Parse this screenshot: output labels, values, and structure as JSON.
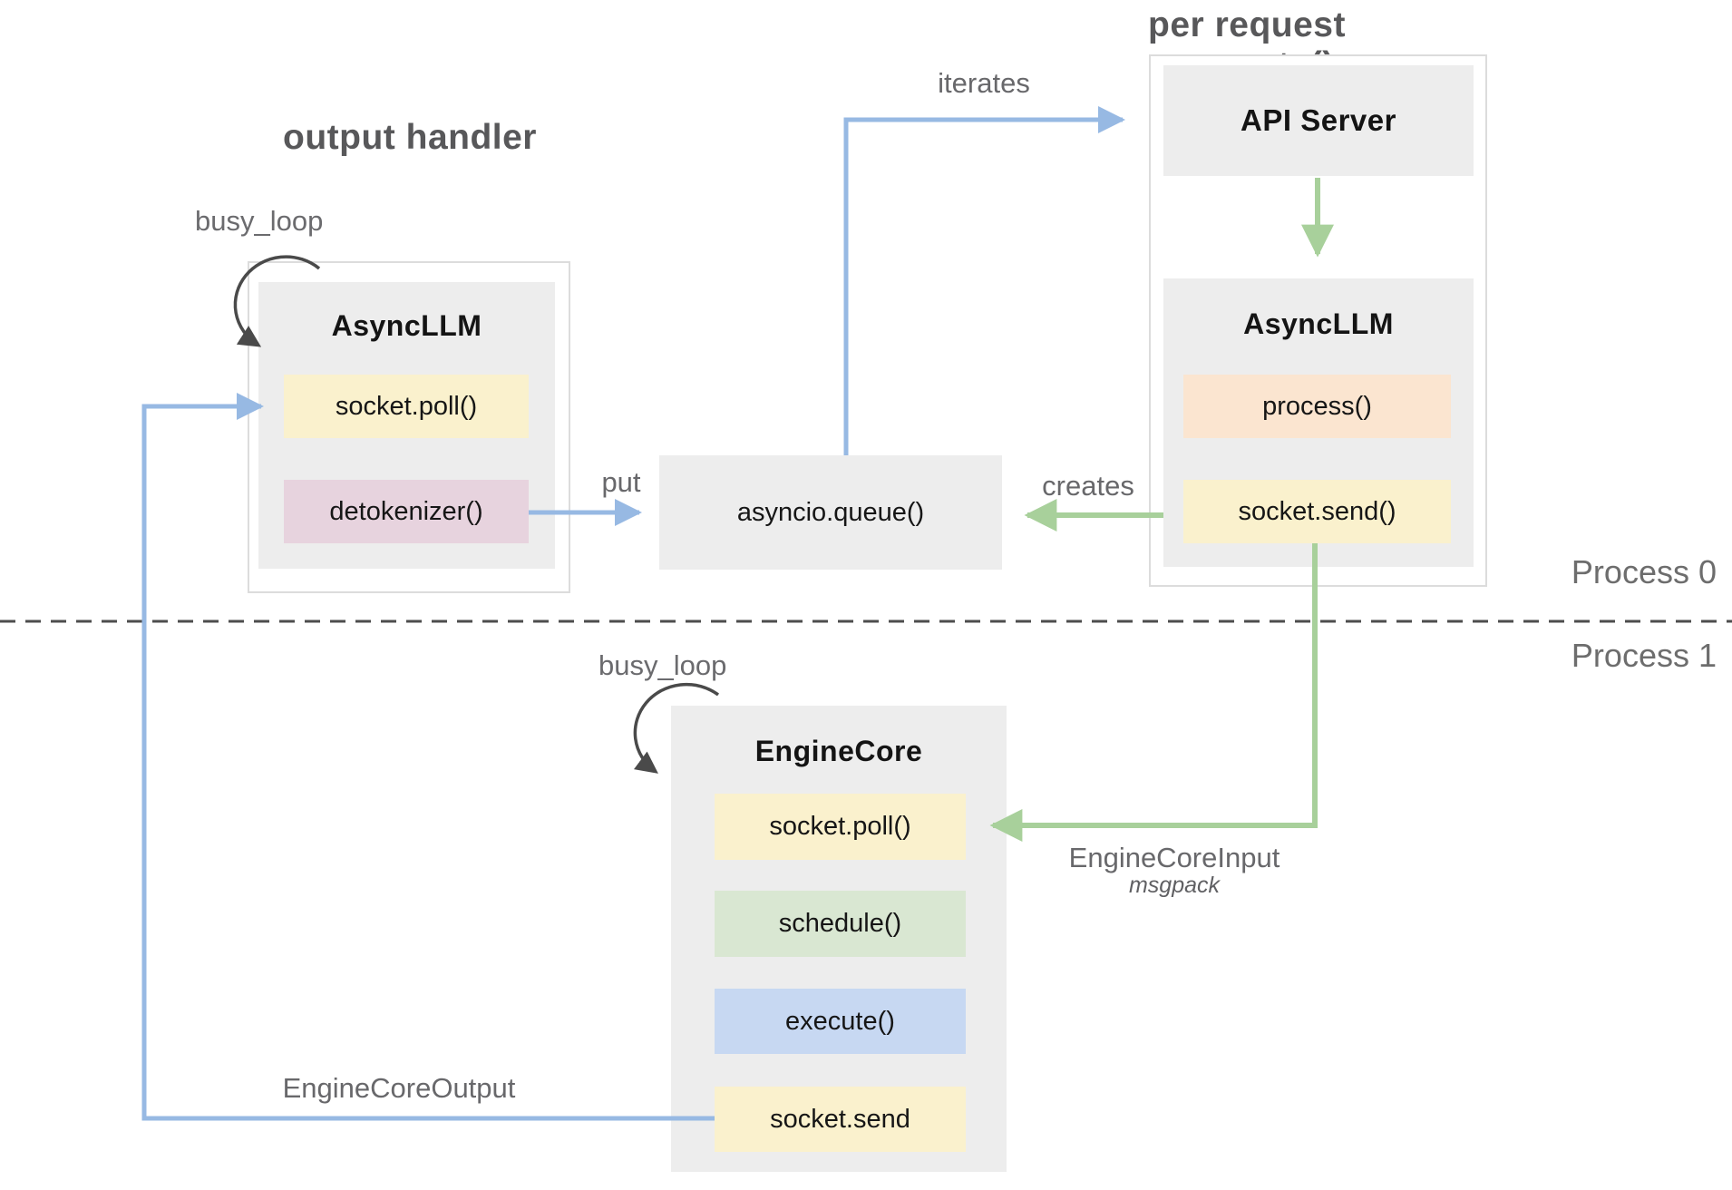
{
  "titles": {
    "output_handler": "output handler",
    "per_request_generate": "per request generate()"
  },
  "process_labels": {
    "process0": "Process 0",
    "process1": "Process 1"
  },
  "left_async_llm": {
    "loop_label": "busy_loop",
    "title": "AsyncLLM",
    "methods": [
      {
        "label": "socket.poll()",
        "color": "#faf1cd"
      },
      {
        "label": "detokenizer()",
        "color": "#e7d3de"
      }
    ]
  },
  "right_column": {
    "api_server": {
      "title": "API Server"
    },
    "async_llm": {
      "title": "AsyncLLM",
      "methods": [
        {
          "label": "process()",
          "color": "#fbe5d0"
        },
        {
          "label": "socket.send()",
          "color": "#faf1cd"
        }
      ]
    }
  },
  "queue": {
    "label": "asyncio.queue()"
  },
  "engine_core": {
    "loop_label": "busy_loop",
    "title": "EngineCore",
    "methods": [
      {
        "label": "socket.poll()",
        "color": "#faf1cd"
      },
      {
        "label": "schedule()",
        "color": "#d9e7d2"
      },
      {
        "label": "execute()",
        "color": "#c7d8f2"
      },
      {
        "label": "socket.send",
        "color": "#faf1cd"
      }
    ]
  },
  "edges": {
    "iterates": "iterates",
    "put": "put",
    "creates": "creates",
    "engine_core_input": "EngineCoreInput",
    "msgpack": "msgpack",
    "engine_core_output": "EngineCoreOutput"
  },
  "colors": {
    "arrow_blue": "#97b9e3",
    "arrow_green": "#a8d09b",
    "loop_arrow_dark": "#4a4a4a",
    "box_gray": "#ededed",
    "fill_yellow": "#faf1cd",
    "fill_peach": "#fbe5d0",
    "fill_pink": "#e7d3de",
    "fill_green": "#d9e7d2",
    "fill_blue": "#c7d8f2"
  }
}
